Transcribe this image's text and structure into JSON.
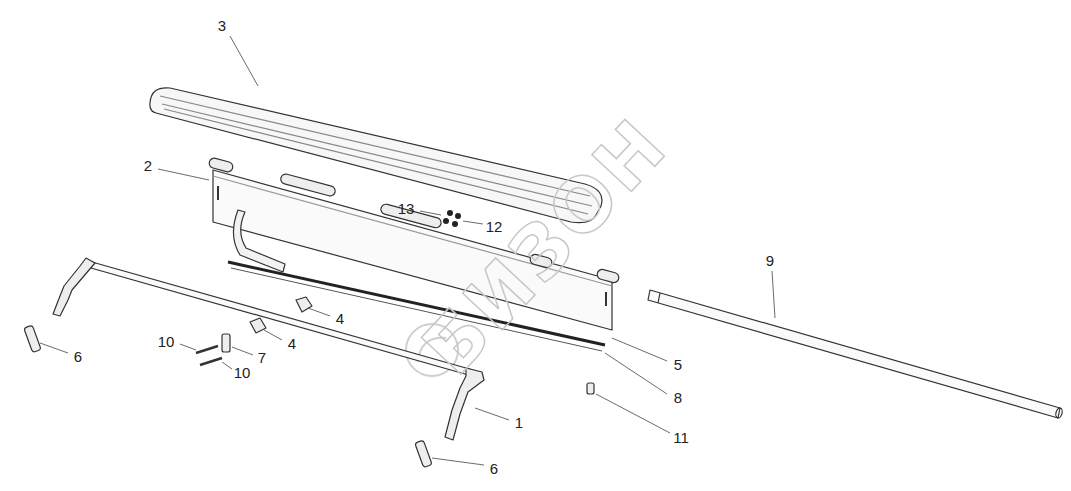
{
  "diagram": {
    "labels": [
      "3",
      "2",
      "13",
      "12",
      "9",
      "10",
      "4",
      "4",
      "7",
      "10",
      "6",
      "5",
      "8",
      "1",
      "11",
      "6",
      "БИЗОН"
    ]
  }
}
